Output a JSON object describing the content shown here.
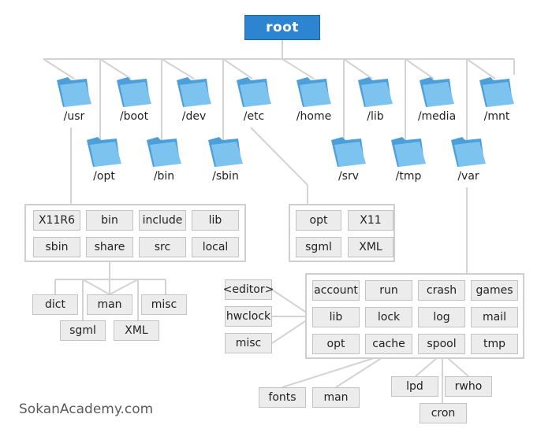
{
  "root": {
    "label": "root"
  },
  "folders": {
    "usr": "/usr",
    "boot": "/boot",
    "dev": "/dev",
    "etc": "/etc",
    "home": "/home",
    "lib": "/lib",
    "media": "/media",
    "mnt": "/mnt",
    "opt": "/opt",
    "bin": "/bin",
    "sbin": "/sbin",
    "srv": "/srv",
    "tmp": "/tmp",
    "var": "/var"
  },
  "usr_contents": [
    "X11R6",
    "bin",
    "include",
    "lib",
    "sbin",
    "share",
    "src",
    "local"
  ],
  "share_contents": [
    "dict",
    "man",
    "misc",
    "sgml",
    "XML"
  ],
  "etc_contents": [
    "opt",
    "X11",
    "sgml",
    "XML"
  ],
  "var_contents": [
    "account",
    "run",
    "crash",
    "games",
    "lib",
    "lock",
    "log",
    "mail",
    "opt",
    "cache",
    "spool",
    "tmp"
  ],
  "var_lib_contents": [
    "<editor>",
    "hwclock",
    "misc"
  ],
  "cache_contents": [
    "fonts",
    "man"
  ],
  "spool_contents": [
    "lpd",
    "rwho",
    "cron"
  ],
  "watermark": "SokanAcademy.com",
  "colors": {
    "root_fill": "#2d84d1",
    "folder_fill": "#6bb8ea",
    "line": "#d0d0d0",
    "box_fill": "#ececec"
  }
}
